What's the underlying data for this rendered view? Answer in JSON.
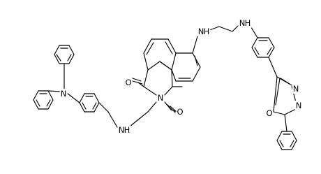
{
  "atom_labels": {
    "n_triphenylamine": "N",
    "n_amine_left": "N",
    "h_amine_left": "H",
    "n_imide": "N",
    "o_upper": "O",
    "o_lower": "O",
    "n_amine_naph": "N",
    "h_amine_naph": "H",
    "n_amine_right": "N",
    "h_amine_right": "H",
    "n_oxadiazole_1": "N",
    "n_oxadiazole_2": "N",
    "o_oxadiazole": "O"
  },
  "colors": {
    "bond": "#000000",
    "label": "#000000",
    "background": "#ffffff"
  }
}
